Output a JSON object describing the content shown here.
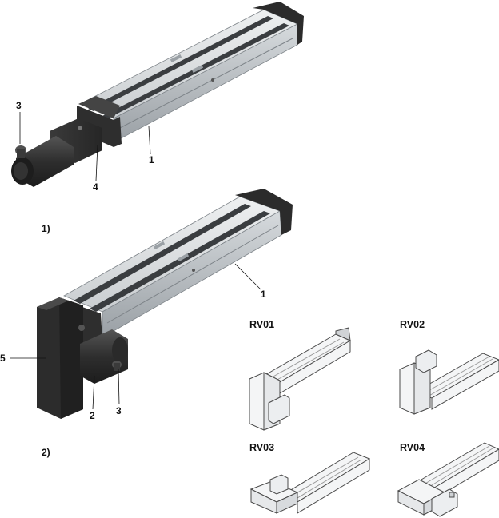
{
  "callouts": {
    "one_a": "1",
    "three_a": "3",
    "four": "4",
    "one_b": "1",
    "five": "5",
    "two": "2",
    "three_b": "3"
  },
  "figure_labels": {
    "fig1": "1)",
    "fig2": "2)"
  },
  "variants": [
    "RV01",
    "RV02",
    "RV03",
    "RV04"
  ],
  "colors": {
    "rail_light": "#dfe2e4",
    "rail_mid": "#b9bec2",
    "rail_dark": "#8f959a",
    "groove": "#3a3d40",
    "endcap": "#2b2b2b",
    "motor": "#3c3c3c",
    "motor_dark": "#222222",
    "outline": "#4a4a4a"
  }
}
